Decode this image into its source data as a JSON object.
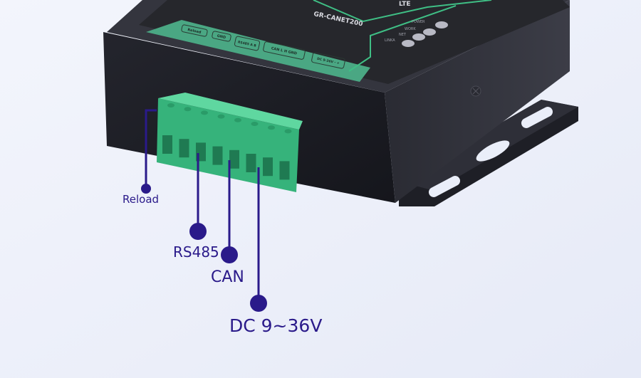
{
  "product": {
    "model_text": "GR-CANET200",
    "brand_suffix": "LTE",
    "terminal_labels": [
      "Reload",
      "GND",
      "RS485 A B",
      "CAN L H GND",
      "DC 9-36V - +"
    ],
    "led_labels": [
      "POWER",
      "WORK",
      "NET",
      "LINKA"
    ]
  },
  "callouts": {
    "reload": "Reload",
    "rs485": "RS485",
    "can": "CAN",
    "power": "DC 9~36V"
  },
  "colors": {
    "background": "#eaeef9",
    "callout": "#2a1a8a",
    "terminal_green": "#3fbf85",
    "device_body": "#1c1d24"
  }
}
